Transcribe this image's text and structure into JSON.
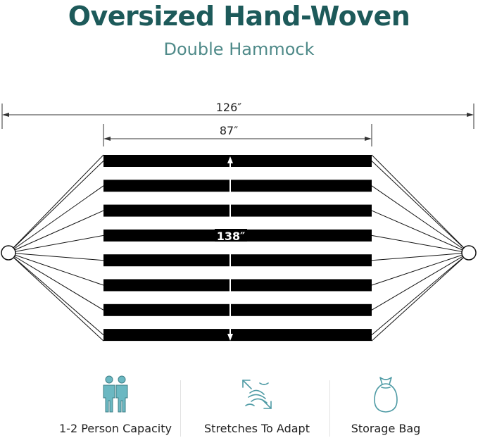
{
  "header": {
    "title": "Oversized Hand-Woven",
    "subtitle": "Double Hammock"
  },
  "diagram": {
    "total_length_label": "126″",
    "bed_width_label": "87″",
    "bed_length_label": "138″",
    "stripe_count": 8,
    "stripe_color": "#000000",
    "line_color": "#111111"
  },
  "features": [
    {
      "icon": "two-people-icon",
      "label": "1-2 Person Capacity"
    },
    {
      "icon": "stretch-arrows-icon",
      "label": "Stretches To Adapt"
    },
    {
      "icon": "storage-bag-icon",
      "label": "Storage Bag"
    }
  ],
  "colors": {
    "title": "#1d5a5a",
    "subtitle": "#4f8a89",
    "icon_accent": "#6bb8c2"
  }
}
